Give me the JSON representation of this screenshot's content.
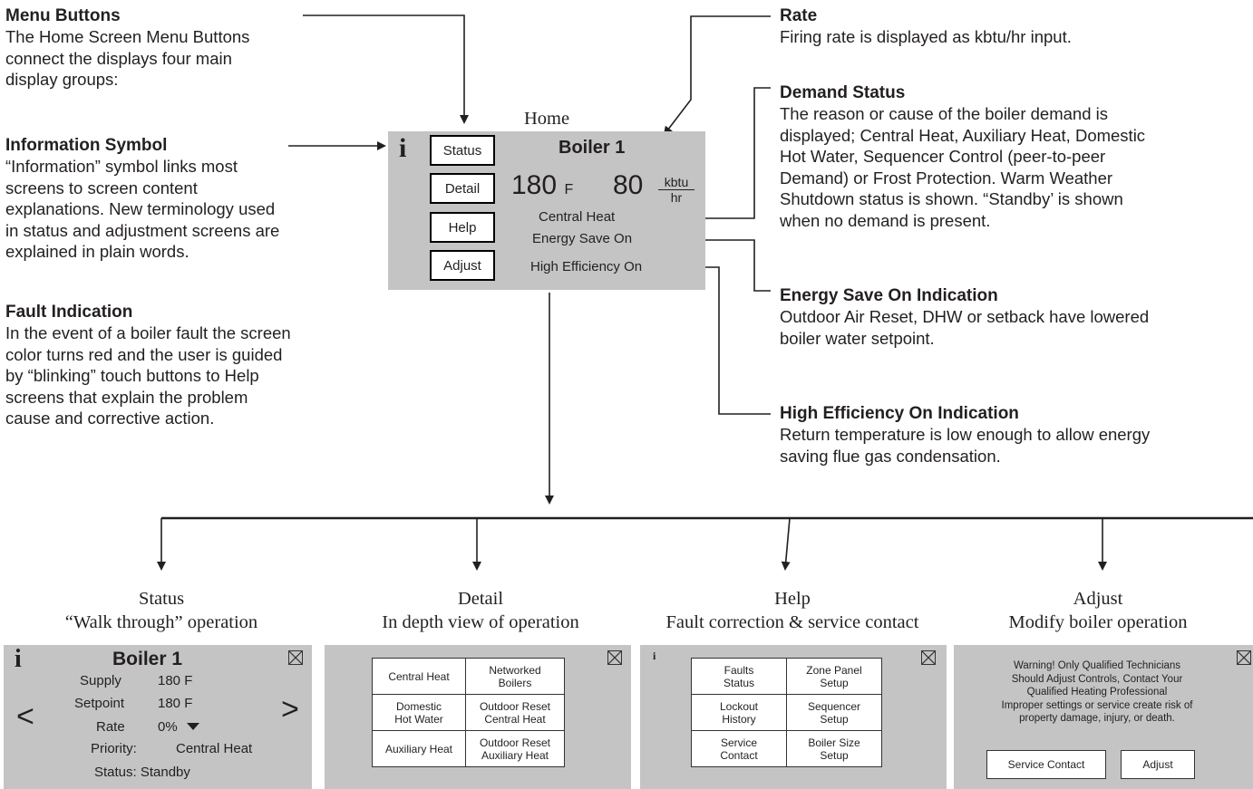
{
  "annotations": {
    "menu_buttons": {
      "title": "Menu Buttons",
      "lines": [
        "The Home Screen Menu Buttons",
        "connect the displays four main",
        "display groups:"
      ]
    },
    "information_symbol": {
      "title": "Information Symbol",
      "lines": [
        "“Information” symbol links most",
        "screens to screen content",
        "explanations. New terminology used",
        "in status and adjustment screens are",
        "explained in plain words."
      ]
    },
    "fault_indication": {
      "title": "Fault Indication",
      "lines": [
        "In the event of a boiler fault the screen",
        "color turns red and the user is guided",
        "by “blinking” touch buttons to Help",
        "screens that explain the problem",
        "cause and corrective action."
      ]
    },
    "rate": {
      "title": "Rate",
      "lines": [
        "Firing rate is displayed as kbtu/hr input."
      ]
    },
    "demand_status": {
      "title": "Demand Status",
      "lines": [
        "The reason or cause of the boiler demand is",
        "displayed; Central Heat, Auxiliary Heat, Domestic",
        "Hot Water, Sequencer Control (peer-to-peer",
        "Demand) or Frost Protection. Warm Weather",
        "Shutdown status is shown. “Standby’ is shown",
        "when no demand is present."
      ]
    },
    "energy_save": {
      "title": "Energy Save On Indication",
      "lines": [
        "Outdoor Air Reset, DHW or setback have lowered",
        "boiler water setpoint."
      ]
    },
    "high_efficiency": {
      "title": "High Efficiency On Indication",
      "lines": [
        "Return temperature is low enough to allow energy",
        "saving flue gas condensation."
      ]
    }
  },
  "home": {
    "title": "Home",
    "info": "i",
    "buttons": [
      "Status",
      "Detail",
      "Help",
      "Adjust"
    ],
    "boiler": "Boiler 1",
    "temp_value": "180",
    "temp_unit": "F",
    "rate_value": "80",
    "rate_unit_top": "kbtu",
    "rate_unit_bottom": "hr",
    "demand": "Central Heat",
    "energy_save": "Energy Save On",
    "high_efficiency": "High Efficiency On"
  },
  "screens": {
    "status": {
      "title": "Status",
      "subtitle": "“Walk through” operation",
      "info": "i",
      "boiler": "Boiler 1",
      "supply_label": "Supply",
      "supply_value": "180 F",
      "setpoint_label": "Setpoint",
      "setpoint_value": "180 F",
      "rate_label": "Rate",
      "rate_value": "0%",
      "priority_label": "Priority:",
      "priority_value": "Central Heat",
      "status_text": "Status: Standby",
      "prev": "<",
      "next": ">"
    },
    "detail": {
      "title": "Detail",
      "subtitle": "In depth view of operation",
      "cells": [
        [
          "Central Heat",
          "Networked\nBoilers"
        ],
        [
          "Domestic\nHot Water",
          "Outdoor Reset\nCentral Heat"
        ],
        [
          "Auxiliary Heat",
          "Outdoor Reset\nAuxiliary Heat"
        ]
      ]
    },
    "help": {
      "title": "Help",
      "subtitle": "Fault correction & service contact",
      "info": "i",
      "cells": [
        [
          "Faults\nStatus",
          "Zone Panel\nSetup"
        ],
        [
          "Lockout\nHistory",
          "Sequencer\nSetup"
        ],
        [
          "Service\nContact",
          "Boiler Size\nSetup"
        ]
      ]
    },
    "adjust": {
      "title": "Adjust",
      "subtitle": "Modify boiler operation",
      "warning_lines": [
        "Warning! Only Qualified Technicians",
        "Should Adjust Controls, Contact Your",
        "Qualified Heating Professional",
        "Improper settings or service create risk of",
        "property damage, injury, or death."
      ],
      "service_button": "Service Contact",
      "adjust_button": "Adjust"
    }
  }
}
